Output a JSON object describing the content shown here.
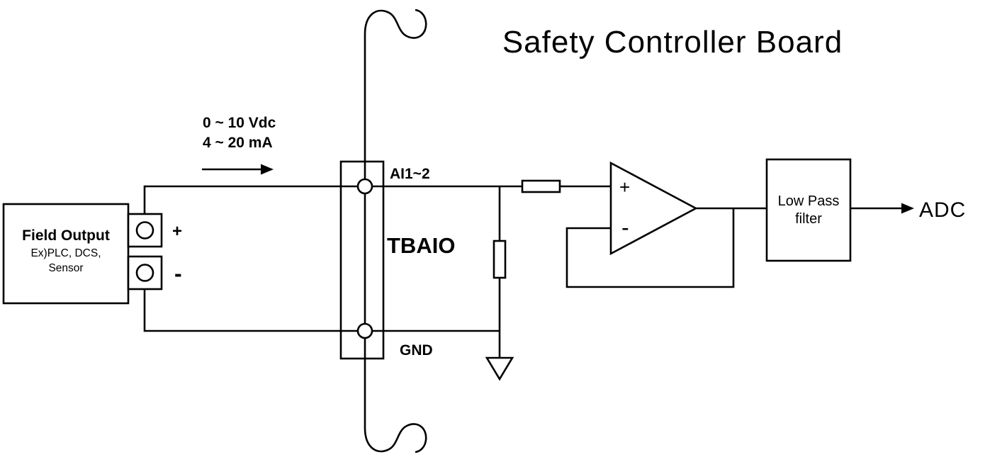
{
  "colors": {
    "ink": "#000000",
    "background": "#ffffff"
  },
  "title": "Safety Controller Board",
  "signal_labels": {
    "voltage_range": "0 ~ 10 Vdc",
    "current_range": "4 ~ 20 mA"
  },
  "field_output": {
    "title": "Field Output",
    "subtitle_line1": "Ex)PLC, DCS,",
    "subtitle_line2": "Sensor",
    "terminal_plus": "+",
    "terminal_minus": "-"
  },
  "terminal_block": {
    "name": "TBAIO",
    "pin_top": "AI1~2",
    "pin_bottom": "GND"
  },
  "opamp": {
    "noninverting": "+",
    "inverting": "-"
  },
  "low_pass_filter": {
    "line1": "Low Pass",
    "line2": "filter"
  },
  "adc_label": "ADC"
}
